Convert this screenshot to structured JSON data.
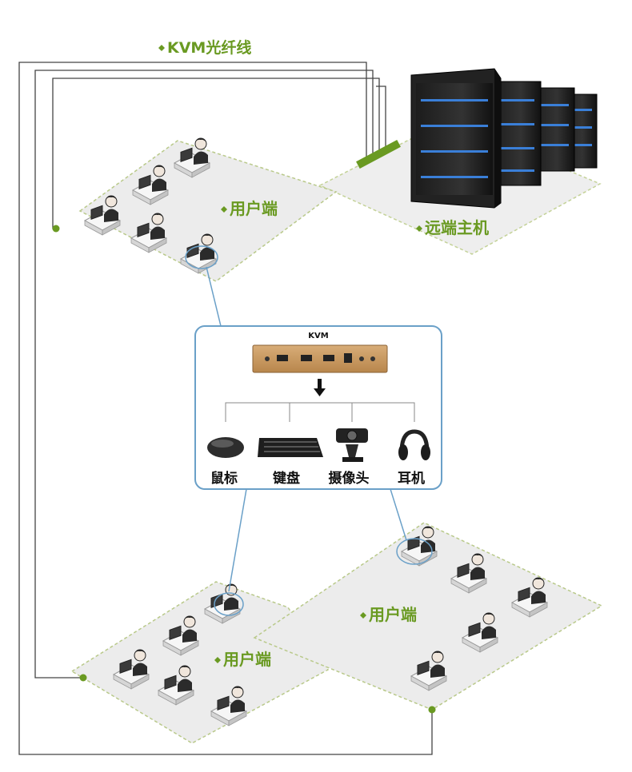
{
  "labels": {
    "fiber": "KVM光纤线",
    "user_top": "用户端",
    "remote_host": "远端主机",
    "user_bottom_left": "用户端",
    "user_bottom_right": "用户端"
  },
  "kvm_panel": {
    "title": "KVM",
    "devices": [
      {
        "label": "鼠标",
        "icon": "mouse-icon"
      },
      {
        "label": "键盘",
        "icon": "keyboard-icon"
      },
      {
        "label": "摄像头",
        "icon": "webcam-icon"
      },
      {
        "label": "耳机",
        "icon": "headphones-icon"
      }
    ]
  },
  "colors": {
    "accent_green": "#6a9a22",
    "panel_border": "#6aa0c8",
    "platform_fill": "#ececec",
    "platform_border": "#b9c98a",
    "kvm_box": "#c89a63"
  }
}
